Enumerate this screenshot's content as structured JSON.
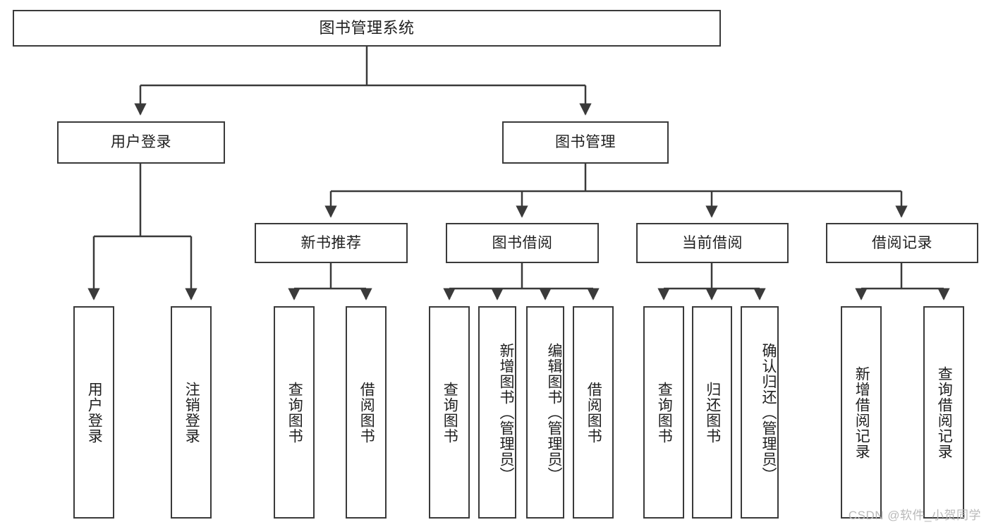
{
  "diagram": {
    "type": "hierarchy-tree",
    "title": "图书管理系统",
    "watermark": "CSDN @软件_小贺同学",
    "colors": {
      "stroke": "#3a3a3a",
      "fill": "#ffffff",
      "text": "#1f1f1f",
      "watermark": "#b9b9b9"
    },
    "nodes": {
      "root": {
        "label": "图书管理系统"
      },
      "level2": [
        {
          "id": "user-login",
          "label": "用户登录"
        },
        {
          "id": "book-manage",
          "label": "图书管理"
        }
      ],
      "level3": [
        {
          "id": "new-book-recommend",
          "label": "新书推荐"
        },
        {
          "id": "book-borrow",
          "label": "图书借阅"
        },
        {
          "id": "current-borrow",
          "label": "当前借阅"
        },
        {
          "id": "borrow-record",
          "label": "借阅记录"
        }
      ],
      "leaves": {
        "user_login": [
          {
            "id": "leaf-user-login",
            "label": "用户登录"
          },
          {
            "id": "leaf-logout",
            "label": "注销登录"
          }
        ],
        "new_book_recommend": [
          {
            "id": "leaf-query-book-1",
            "label": "查询图书"
          },
          {
            "id": "leaf-borrow-book-1",
            "label": "借阅图书"
          }
        ],
        "book_borrow": [
          {
            "id": "leaf-query-book-2",
            "label": "查询图书"
          },
          {
            "id": "leaf-add-book",
            "label": "新增图书（管理员）"
          },
          {
            "id": "leaf-edit-book",
            "label": "编辑图书（管理员）"
          },
          {
            "id": "leaf-borrow-book-2",
            "label": "借阅图书"
          }
        ],
        "current_borrow": [
          {
            "id": "leaf-query-book-3",
            "label": "查询图书"
          },
          {
            "id": "leaf-return-book",
            "label": "归还图书"
          },
          {
            "id": "leaf-confirm-return",
            "label": "确认归还（管理员）"
          }
        ],
        "borrow_record": [
          {
            "id": "leaf-add-record",
            "label": "新增借阅记录"
          },
          {
            "id": "leaf-query-record",
            "label": "查询借阅记录"
          }
        ]
      }
    }
  }
}
